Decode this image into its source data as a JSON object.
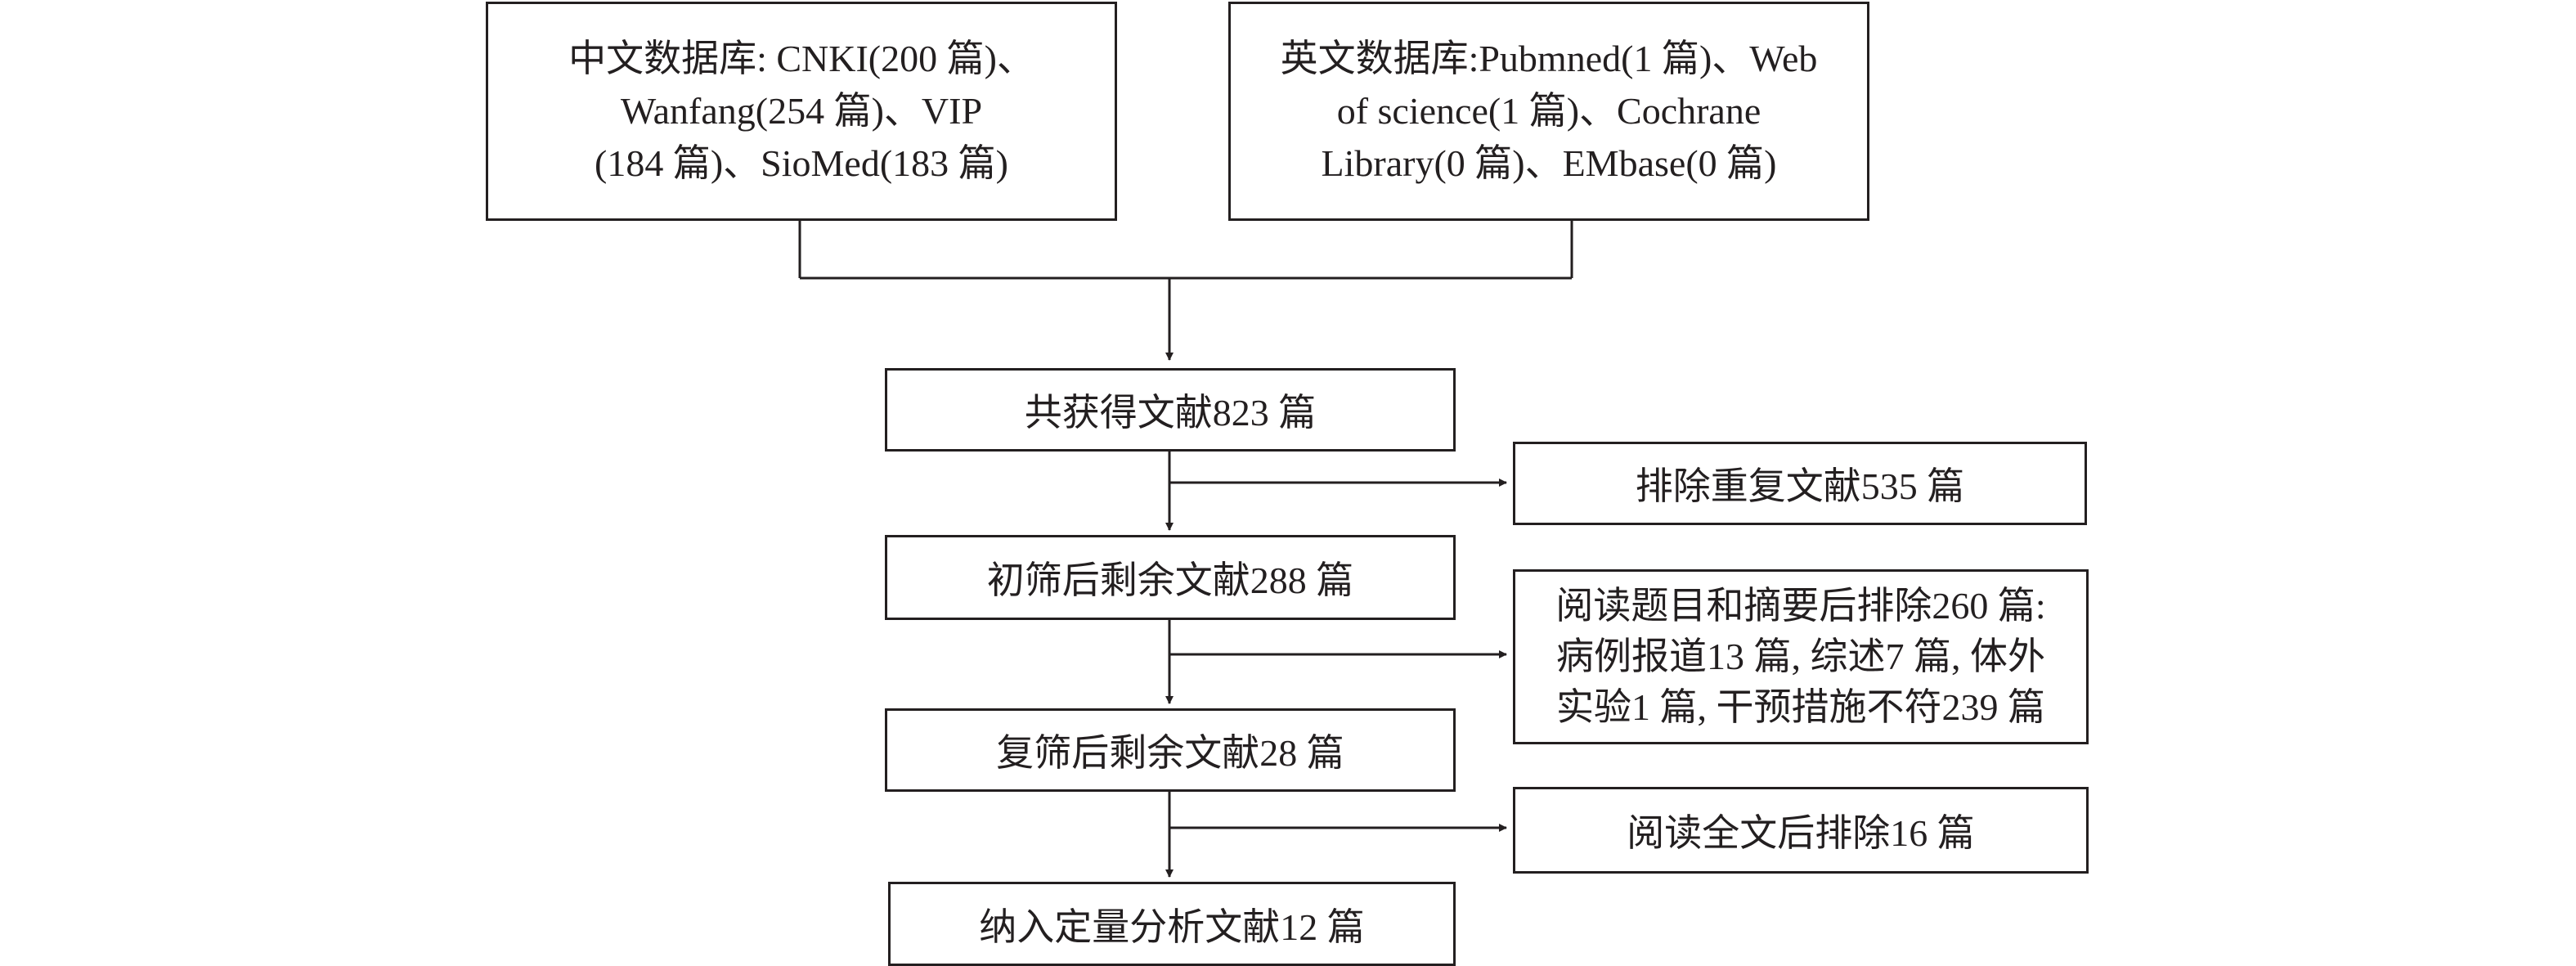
{
  "boxes": {
    "chinese_db": {
      "lines": [
        "中文数据库: CNKI(200 篇)、",
        "Wanfang(254 篇)、VIP",
        "(184 篇)、SioMed(183 篇)"
      ]
    },
    "english_db": {
      "lines": [
        "英文数据库:Pubmned(1 篇)、Web",
        "of science(1 篇)、Cochrane",
        "Library(0 篇)、EMbase(0 篇)"
      ]
    },
    "total": {
      "text": "共获得文献823 篇"
    },
    "exclude_dup": {
      "text": "排除重复文献535 篇"
    },
    "after_first": {
      "text": "初筛后剩余文献288 篇"
    },
    "exclude_abstract": {
      "lines": [
        "阅读题目和摘要后排除260 篇:",
        "病例报道13 篇, 综述7 篇, 体外",
        "实验1 篇, 干预措施不符239 篇"
      ]
    },
    "after_second": {
      "text": "复筛后剩余文献28 篇"
    },
    "exclude_fulltext": {
      "text": "阅读全文后排除16 篇"
    },
    "included": {
      "text": "纳入定量分析文献12 篇"
    }
  }
}
